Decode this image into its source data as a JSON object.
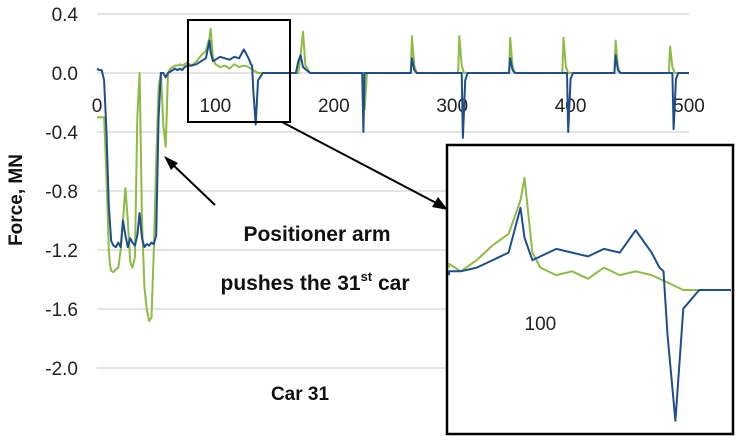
{
  "chart_data": {
    "type": "line",
    "title": "",
    "xlabel": "Car 31",
    "ylabel": "Force, MN",
    "xlim": [
      0,
      500
    ],
    "ylim": [
      -2.0,
      0.4
    ],
    "x_ticks": [
      {
        "value": 0,
        "label": "0"
      },
      {
        "value": 100,
        "label": "100"
      },
      {
        "value": 200,
        "label": "200"
      },
      {
        "value": 300,
        "label": "300"
      },
      {
        "value": 400,
        "label": "400"
      },
      {
        "value": 500,
        "label": "500"
      }
    ],
    "y_ticks": [
      {
        "value": 0.4,
        "label": "0.4"
      },
      {
        "value": 0.0,
        "label": "0.0"
      },
      {
        "value": -0.4,
        "label": "-0.4"
      },
      {
        "value": -0.8,
        "label": "-0.8"
      },
      {
        "value": -1.2,
        "label": "-1.2"
      },
      {
        "value": -1.6,
        "label": "-1.6"
      },
      {
        "value": -2.0,
        "label": "-2.0"
      }
    ],
    "grid": true,
    "series": [
      {
        "color": "#8dbb45",
        "x": [
          0,
          6,
          8,
          10,
          11,
          12,
          14,
          16,
          18,
          20,
          22,
          24,
          26,
          28,
          30,
          32,
          34,
          36,
          38,
          40,
          42,
          44,
          46,
          48,
          50,
          52,
          54,
          56,
          58,
          60,
          62,
          64,
          66,
          68,
          70,
          72,
          74,
          76,
          80,
          84,
          88,
          92,
          95,
          96,
          98,
          100,
          104,
          108,
          112,
          116,
          120,
          124,
          128,
          130,
          132,
          136,
          140,
          150,
          160,
          170,
          172,
          174,
          176,
          180,
          185,
          190,
          195,
          200,
          210,
          220,
          225,
          226,
          228,
          230,
          240,
          250,
          260,
          265,
          266,
          268,
          270,
          280,
          290,
          300,
          305,
          306,
          308,
          310,
          320,
          330,
          340,
          348,
          349,
          351,
          353,
          360,
          370,
          380,
          390,
          393,
          394,
          396,
          398,
          410,
          420,
          430,
          437,
          438,
          440,
          442,
          450,
          460,
          470,
          480,
          483,
          484,
          486,
          488,
          495,
          500
        ],
        "y": [
          -0.3,
          -0.3,
          -0.7,
          -1.2,
          -1.3,
          -1.34,
          -1.35,
          -1.33,
          -1.32,
          -1.2,
          -1.0,
          -0.78,
          -1.0,
          -1.28,
          -1.32,
          -1.25,
          -0.3,
          0.0,
          -1.0,
          -1.45,
          -1.6,
          -1.68,
          -1.66,
          -1.2,
          -0.6,
          -0.1,
          0.0,
          -0.35,
          -0.5,
          0.0,
          0.03,
          0.04,
          0.05,
          0.05,
          0.06,
          0.05,
          0.06,
          0.07,
          0.05,
          0.08,
          0.12,
          0.15,
          0.24,
          0.3,
          0.1,
          0.06,
          0.04,
          0.05,
          0.03,
          0.06,
          0.04,
          0.05,
          0.04,
          0.03,
          0.02,
          0.0,
          0.0,
          0.0,
          0.0,
          0.0,
          0.12,
          0.28,
          0.05,
          0.0,
          0.0,
          0.0,
          0.0,
          0.0,
          0.0,
          0.0,
          0.0,
          -0.25,
          0.0,
          0.0,
          0.0,
          0.0,
          0.0,
          0.0,
          0.25,
          0.05,
          0.0,
          0.0,
          0.0,
          0.0,
          0.0,
          0.25,
          0.05,
          0.0,
          0.0,
          0.0,
          0.0,
          0.0,
          0.24,
          0.04,
          0.0,
          0.0,
          0.0,
          0.0,
          0.0,
          0.0,
          0.24,
          0.04,
          0.0,
          0.0,
          0.0,
          0.0,
          0.0,
          0.22,
          0.04,
          0.0,
          0.0,
          0.0,
          0.0,
          0.0,
          0.0,
          0.18,
          0.04,
          0.0,
          0.0,
          0.0
        ]
      },
      {
        "color": "#1f4e8c",
        "x": [
          0,
          2,
          4,
          6,
          8,
          10,
          12,
          14,
          16,
          18,
          20,
          22,
          24,
          26,
          28,
          30,
          32,
          34,
          36,
          38,
          40,
          42,
          44,
          46,
          48,
          50,
          52,
          54,
          56,
          58,
          60,
          62,
          64,
          66,
          68,
          70,
          72,
          74,
          76,
          80,
          84,
          88,
          92,
          95,
          96,
          98,
          100,
          104,
          108,
          112,
          116,
          120,
          124,
          128,
          130,
          131,
          132,
          134,
          136,
          140,
          150,
          160,
          168,
          170,
          172,
          174,
          180,
          190,
          200,
          210,
          220,
          224,
          225,
          226,
          228,
          230,
          240,
          250,
          260,
          265,
          266,
          268,
          270,
          280,
          290,
          300,
          308,
          309,
          311,
          313,
          320,
          330,
          340,
          348,
          349,
          351,
          353,
          360,
          370,
          380,
          390,
          397,
          398,
          400,
          402,
          410,
          420,
          430,
          437,
          438,
          440,
          442,
          450,
          460,
          470,
          480,
          486,
          487,
          489,
          491,
          495,
          500
        ],
        "y": [
          0.03,
          0.02,
          0.02,
          -0.05,
          -0.4,
          -0.9,
          -1.14,
          -1.17,
          -1.18,
          -1.15,
          -1.18,
          -1.0,
          -1.1,
          -1.18,
          -1.12,
          -1.15,
          -1.17,
          -1.1,
          -0.95,
          -1.12,
          -1.18,
          -1.16,
          -1.17,
          -1.15,
          -1.16,
          -1.1,
          -0.3,
          0.0,
          0.0,
          -0.03,
          0.0,
          0.01,
          0.02,
          0.03,
          0.02,
          0.03,
          0.02,
          0.04,
          0.05,
          0.05,
          0.06,
          0.08,
          0.1,
          0.22,
          0.14,
          0.08,
          0.09,
          0.11,
          0.1,
          0.09,
          0.11,
          0.1,
          0.16,
          0.1,
          0.06,
          0.05,
          -0.12,
          -0.35,
          -0.05,
          0.0,
          0.0,
          0.0,
          0.0,
          0.08,
          0.12,
          0.04,
          0.0,
          0.0,
          0.0,
          0.0,
          0.0,
          0.0,
          -0.4,
          0.0,
          0.0,
          0.0,
          0.0,
          0.0,
          0.0,
          0.0,
          0.1,
          0.02,
          0.0,
          0.0,
          0.0,
          0.0,
          0.0,
          -0.44,
          -0.05,
          0.0,
          0.0,
          0.0,
          0.0,
          0.0,
          0.1,
          0.02,
          0.0,
          0.0,
          0.0,
          0.0,
          0.0,
          0.0,
          -0.4,
          -0.04,
          0.0,
          0.0,
          0.0,
          0.0,
          0.0,
          0.12,
          0.02,
          0.0,
          0.0,
          0.0,
          0.0,
          0.0,
          0.0,
          -0.38,
          -0.04,
          0.0,
          0.0,
          0.0
        ]
      }
    ],
    "inset": {
      "x_tick_label": "100",
      "x_tick_value": 100,
      "xlim": [
        77,
        148
      ],
      "ylim": [
        -0.38,
        0.38
      ]
    },
    "annotation": {
      "line1": "Positioner arm",
      "line2_prefix": "pushes the 31",
      "line2_sup": "st",
      "line2_suffix": " car"
    }
  },
  "colors": {
    "green_series": "#8dbb45",
    "blue_series": "#1f4e8c",
    "grid": "#c8c8c8",
    "box": "#000000"
  }
}
